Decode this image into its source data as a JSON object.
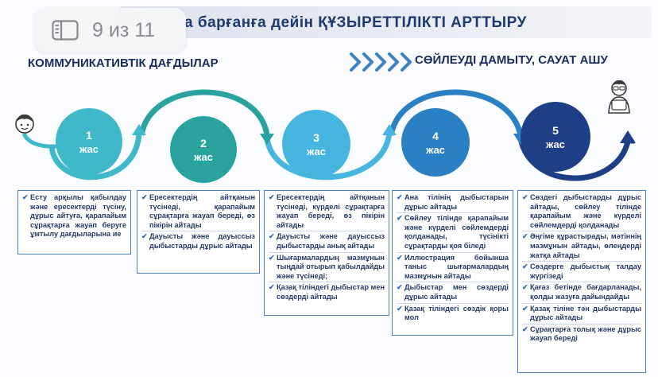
{
  "page_indicator": {
    "icon": "sidebar-icon",
    "text": "9 из 11"
  },
  "title": "а барғанға дейін ҚҰЗЫРЕТТІЛІКТІ  АРТТЫРУ",
  "subtitle_left": "КОММУНИКАТИВТІК ДАҒДЫЛАР",
  "subtitle_right": "СӨЙЛЕУДІ ДАМЫТУ, САУАТ АШУ",
  "colors": {
    "c1": "#3fb9c9",
    "c2": "#2aa39f",
    "c3": "#46b6e0",
    "c4": "#2b7fc3",
    "c5": "#1e3f86",
    "text": "#253a66"
  },
  "stages": [
    {
      "num": "1",
      "unit": "жас"
    },
    {
      "num": "2",
      "unit": "жас"
    },
    {
      "num": "3",
      "unit": "жас"
    },
    {
      "num": "4",
      "unit": "жас"
    },
    {
      "num": "5",
      "unit": "жас"
    }
  ],
  "boxes": [
    {
      "items": [
        "Есту арқылы қабылдау және ересектерді түсіну, дұрыс айтуға, қарапайым сұрақтарға жауап беруге ұмтылу дағдыларына ие"
      ]
    },
    {
      "items": [
        "Ересектердің айтқанын түсінеді, қарапайым сұрақтарға жауап береді, өз пікірін айтады",
        "Дауысты және дауыссыз дыбыстарды дұрыс айтады"
      ]
    },
    {
      "items": [
        "Ересектердің айтқанын түсінеді, күрделі сұрақтарға жауап береді, өз пікірін айтады",
        "Дауысты және дауыссыз дыбыстарды анық айтады",
        "Шығармалардың мазмұнын тыңдай отырып қабылдайды және түсінеді;",
        "Қазақ тіліндегі дыбыстар мен сөздерді айтады"
      ]
    },
    {
      "items": [
        "Ана тілінің дыбыстарын дұрыс айтады",
        "Сөйлеу тілінде қарапайым және күрделі сөйлемдерді қолданады, түсінікті сұрақтарды қоя біледі",
        "Иллюстрация бойынша таныс шығармалардың мазмұнын айтады",
        "Дыбыстар мен сөздерді дұрыс айтады",
        "Қазақ тіліндегі сөздік қоры мол"
      ]
    },
    {
      "items": [
        "Сөздегі дыбыстарды дұрыс айтады, сөйлеу тілінде қарапайым және күрделі сөйлемдерді қолданады",
        "Әңгіме құрастырады, мәтіннің мазмұнын айтады, өлеңдерді жатқа айтады",
        "Сөздерге дыбыстық талдау жүргізеді",
        "Қағаз бетінде бағдарланады, қолды жазуға дайындайды",
        "Қазақ тіліне тән дыбыстарды дұрыс айтады",
        "Сұрақтарға толық және дұрыс жауап береді"
      ]
    }
  ]
}
